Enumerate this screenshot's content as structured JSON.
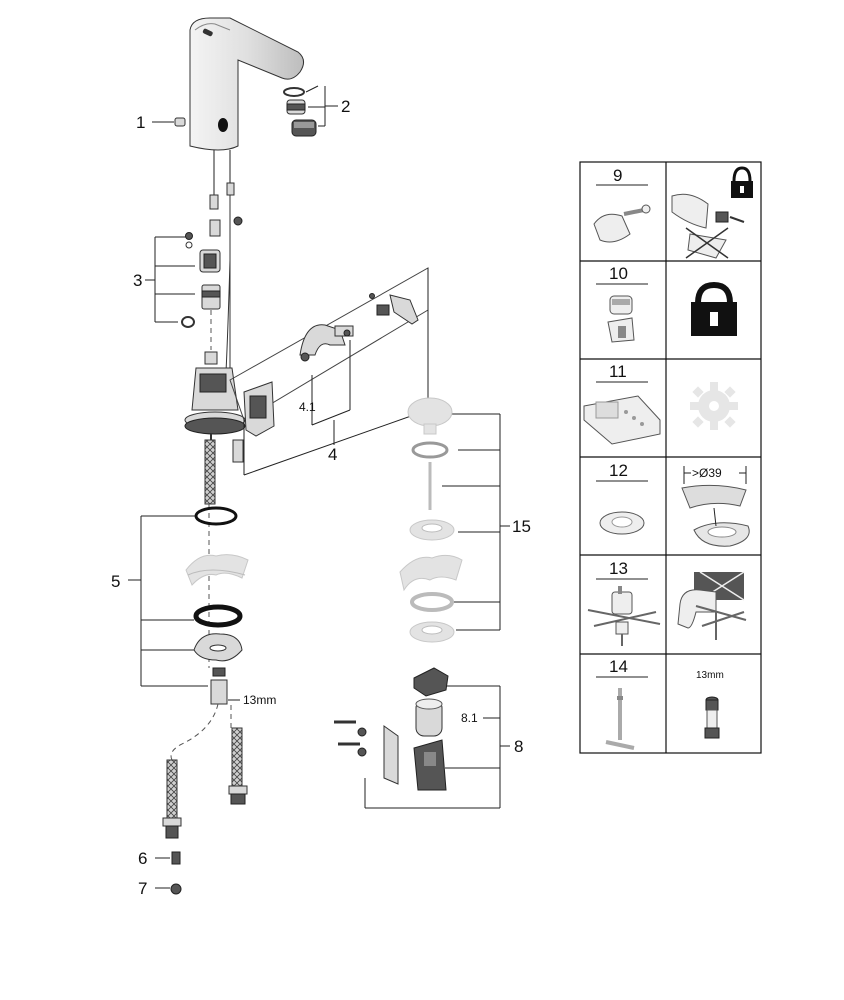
{
  "callouts": {
    "c1": "1",
    "c2": "2",
    "c3": "3",
    "c4": "4",
    "c4_1": "4.1",
    "c5": "5",
    "c6": "6",
    "c7": "7",
    "c8": "8",
    "c8_1": "8.1",
    "c15": "15",
    "wrench_main": "13mm"
  },
  "table": {
    "rows": [
      {
        "number": "9",
        "left_icon": "mounting-bracket-and-screw",
        "right_icon": "locked-bracket-crossed"
      },
      {
        "number": "10",
        "left_icon": "aerator-and-clip",
        "right_icon": "padlock"
      },
      {
        "number": "11",
        "left_icon": "remote-control",
        "right_icon": "gear-disabled"
      },
      {
        "number": "12",
        "left_icon": "sealing-ring",
        "right_icon": "basin-thickness",
        "right_label": ">Ø39"
      },
      {
        "number": "13",
        "left_icon": "mounting-set",
        "right_icon": "installation-crossed"
      },
      {
        "number": "14",
        "left_icon": "t-wrench",
        "right_icon": "socket-tool",
        "right_label": "13mm"
      }
    ]
  }
}
